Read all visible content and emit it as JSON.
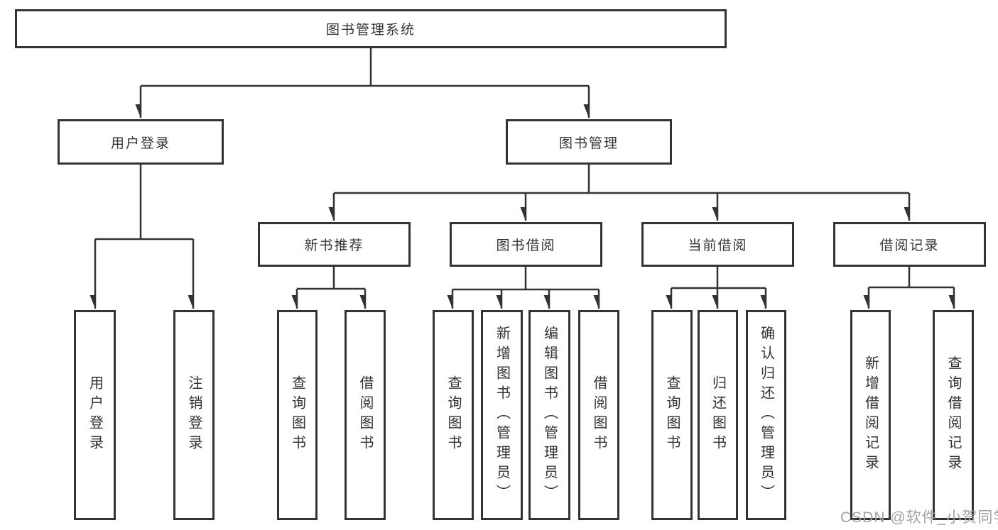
{
  "diagram_title": "图书管理系统",
  "tree": {
    "root": {
      "label": "图书管理系统"
    },
    "branches": [
      {
        "label": "用户登录",
        "children": [
          {
            "label": "用户登录"
          },
          {
            "label": "注销登录"
          }
        ]
      },
      {
        "label": "图书管理",
        "children": [
          {
            "label": "新书推荐",
            "children": [
              {
                "label": "查询图书"
              },
              {
                "label": "借阅图书"
              }
            ]
          },
          {
            "label": "图书借阅",
            "children": [
              {
                "label": "查询图书"
              },
              {
                "label": "新增图书（管理员）"
              },
              {
                "label": "编辑图书（管理员）"
              },
              {
                "label": "借阅图书"
              }
            ]
          },
          {
            "label": "当前借阅",
            "children": [
              {
                "label": "查询图书"
              },
              {
                "label": "归还图书"
              },
              {
                "label": "确认归还（管理员）"
              }
            ]
          },
          {
            "label": "借阅记录",
            "children": [
              {
                "label": "新增借阅记录"
              },
              {
                "label": "查询借阅记录"
              }
            ]
          }
        ]
      }
    ]
  },
  "watermark": {
    "text": "CSDN @软件_小贺同学"
  },
  "colors": {
    "line": "#333333",
    "box_border": "#333333",
    "text": "#333333",
    "watermark": "#a3a3a3",
    "background": "#ffffff"
  }
}
